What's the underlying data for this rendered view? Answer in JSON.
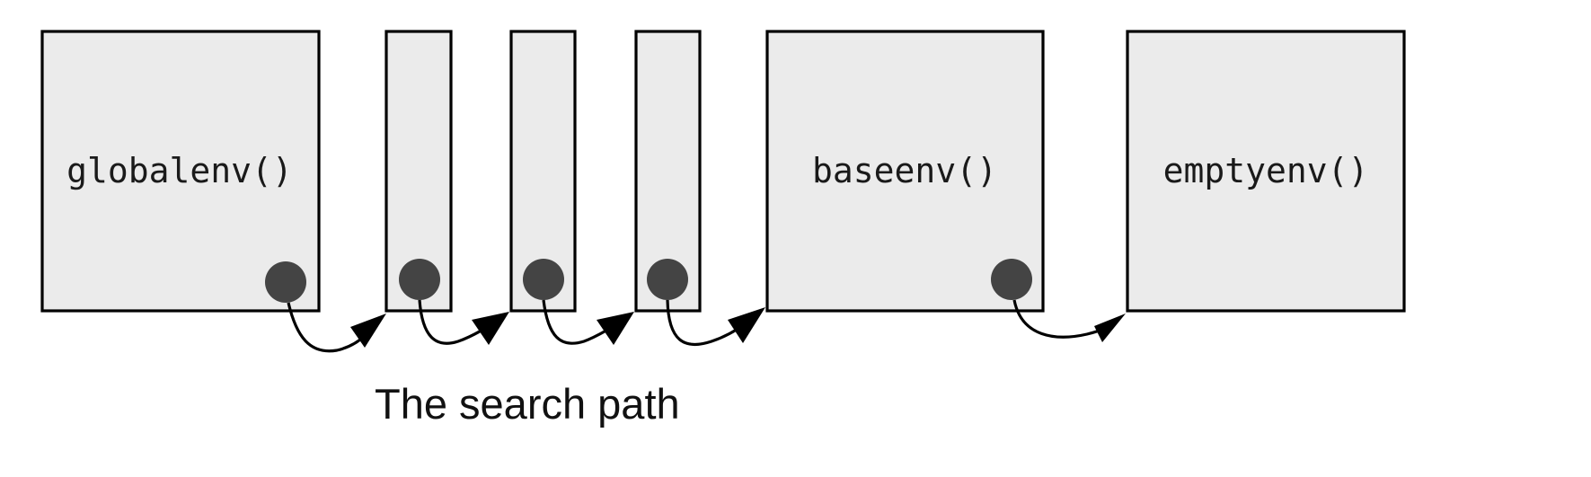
{
  "environments": [
    {
      "id": "global",
      "label": "globalenv()"
    },
    {
      "id": "pkg1",
      "label": ""
    },
    {
      "id": "pkg2",
      "label": ""
    },
    {
      "id": "pkg3",
      "label": ""
    },
    {
      "id": "base",
      "label": "baseenv()"
    },
    {
      "id": "empty",
      "label": "emptyenv()"
    }
  ],
  "caption": "The search path",
  "colors": {
    "box_fill": "#ebebeb",
    "box_stroke": "#000000",
    "dot": "#444444",
    "arrow": "#000000"
  }
}
